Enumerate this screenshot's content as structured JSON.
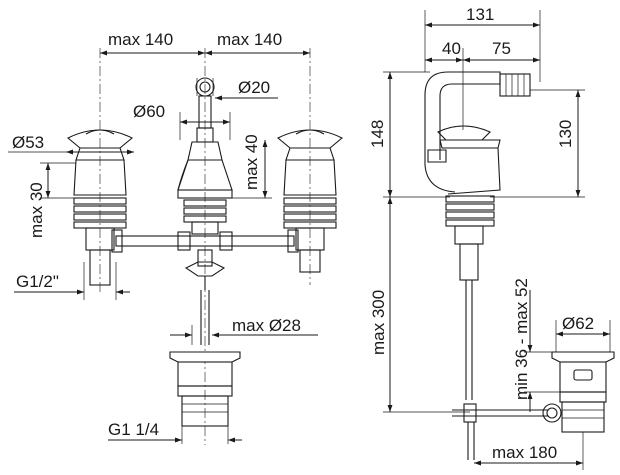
{
  "front_view": {
    "labels": {
      "spacing_left": "max 140",
      "spacing_right": "max 140",
      "nozzle_diameter": "Ø20",
      "spout_diameter": "Ø60",
      "spout_height": "max 40",
      "handle_diameter": "Ø53",
      "handle_height": "max 30",
      "inlet_thread": "G1/2\"",
      "rod_diameter": "max Ø28",
      "waste_thread": "G1 1/4"
    }
  },
  "side_view": {
    "labels": {
      "total_depth": "131",
      "dim_40": "40",
      "dim_75": "75",
      "total_height": "148",
      "spout_height": "130",
      "below_deck": "max 300",
      "deck_range": "min 36 - max 52",
      "waste_diameter": "Ø62",
      "rod_length": "max 180"
    }
  },
  "colors": {
    "ink": "#1a1a1a",
    "background": "#ffffff"
  }
}
